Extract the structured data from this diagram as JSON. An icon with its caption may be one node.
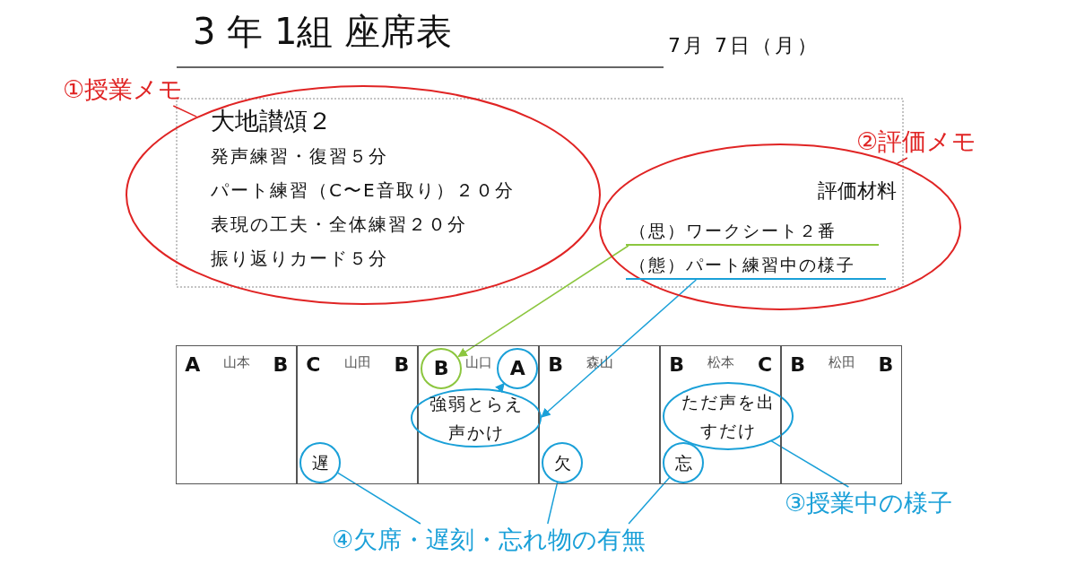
{
  "diagram": {
    "title": "3 年 1組 座席表",
    "nodes": [
      {
        "text": [
          "①授業メモ"
        ]
      },
      {
        "text": [
          "大地讃頌２",
          "発声練習・復習５分",
          "パート練習（C〜E音取り）２０分",
          "表現の工夫・全体練習２０分",
          "振り返りカード５分"
        ]
      },
      {
        "text": [
          "②評価メモ"
        ]
      },
      {
        "text": [
          "評価材料"
        ]
      },
      {
        "text": [
          "（思）ワークシート２番"
        ],
        "in": 3
      },
      {
        "text": [
          "（態）パート練習中の様子"
        ],
        "in": 3
      },
      {
        "text": [
          "A",
          "山本",
          "B"
        ]
      },
      {
        "text": [
          "C",
          "山田",
          "B"
        ]
      },
      {
        "text": [
          "山口"
        ]
      },
      {
        "text": [
          "B",
          "森山"
        ]
      },
      {
        "text": [
          "B",
          "松本",
          "C"
        ]
      },
      {
        "text": [
          "B",
          "松田",
          "B"
        ]
      },
      {
        "text": [
          "遅"
        ],
        "in": 7
      },
      {
        "text": [
          "B"
        ],
        "in": 8
      },
      {
        "text": [
          "A"
        ],
        "in": 8
      },
      {
        "text": [
          "強弱とらえ声かけ"
        ],
        "in": 8
      },
      {
        "text": [
          "欠"
        ],
        "in": 9
      },
      {
        "text": [
          "ただ声を出すだけ"
        ],
        "in": 10
      },
      {
        "text": [
          "忘"
        ],
        "in": 10
      },
      {
        "text": [
          "③授業中の様子"
        ]
      },
      {
        "text": [
          "④欠席・遅刻・忘れ物の有無"
        ]
      }
    ],
    "edges": [
      {
        "from": 0,
        "to": 1,
        "arrow": "none",
        "color": "#e02424"
      },
      {
        "from": 2,
        "to": 3,
        "arrow": "none",
        "color": "#e02424"
      },
      {
        "from": 4,
        "to": 13,
        "arrow": "to",
        "color": "#8cc63f"
      },
      {
        "from": 5,
        "to": 15,
        "arrow": "to"
      },
      {
        "from": 15,
        "to": 14,
        "arrow": "to"
      },
      {
        "from": 19,
        "to": 17,
        "arrow": "none"
      },
      {
        "from": 20,
        "to": 12,
        "arrow": "none"
      },
      {
        "from": 20,
        "to": 16,
        "arrow": "none"
      },
      {
        "from": 20,
        "to": 18,
        "arrow": "none"
      }
    ],
    "labels": [
      "7月 7日（月）"
    ]
  }
}
